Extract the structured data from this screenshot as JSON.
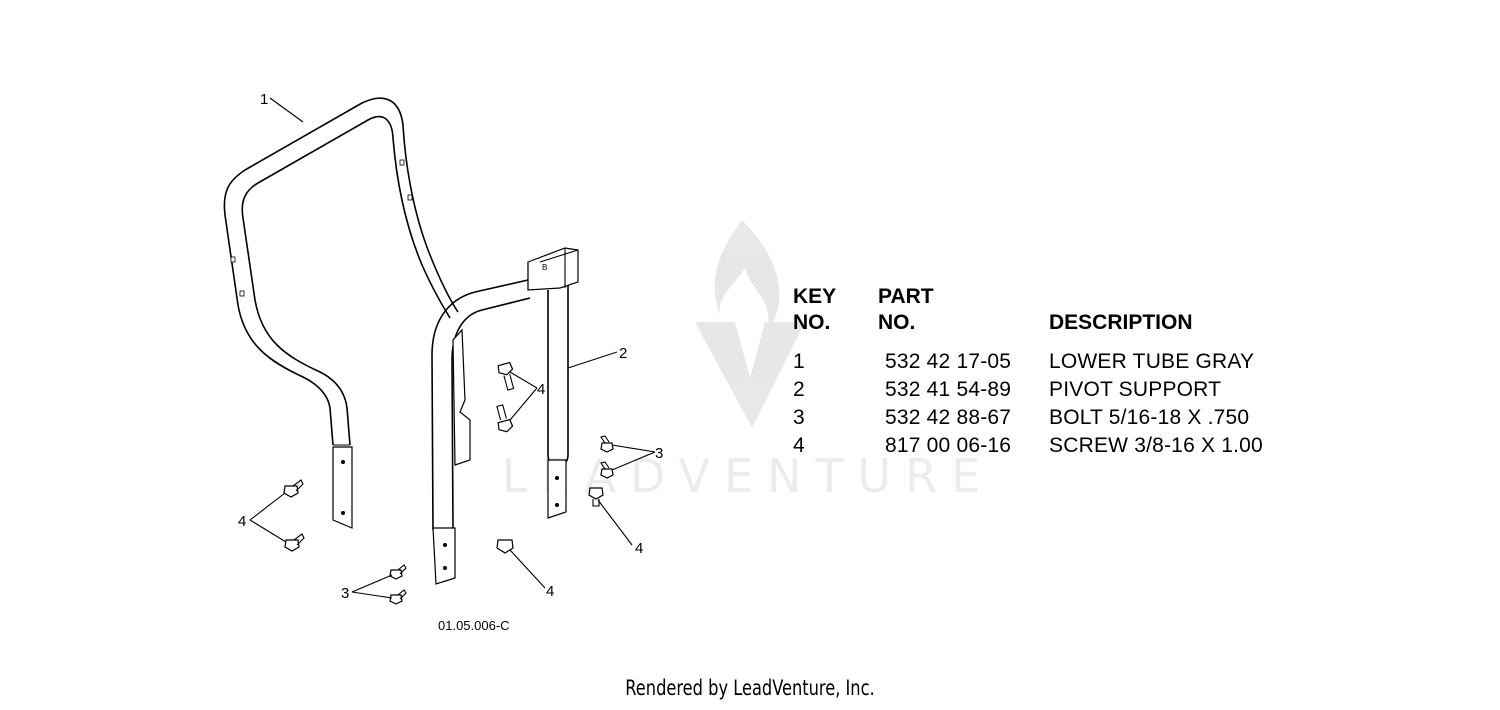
{
  "table": {
    "headers": {
      "key_line1": "KEY",
      "key_line2": "NO.",
      "part_line1": "PART",
      "part_line2": "NO.",
      "description": "DESCRIPTION"
    },
    "rows": [
      {
        "key": "1",
        "part": "532 42 17-05",
        "description": "LOWER TUBE GRAY"
      },
      {
        "key": "2",
        "part": "532 41 54-89",
        "description": "PIVOT SUPPORT"
      },
      {
        "key": "3",
        "part": "532 42 88-67",
        "description": "BOLT 5/16-18 X .750"
      },
      {
        "key": "4",
        "part": "817 00 06-16",
        "description": "SCREW 3/8-16 X 1.00"
      }
    ]
  },
  "callouts": {
    "tube": "1",
    "support": "2",
    "bolt_right": "3",
    "bolt_bottom": "3",
    "screw_center": "4",
    "screw_left": "4",
    "screw_bottom": "4",
    "screw_right": "4"
  },
  "figure_code": "01.05.006-C",
  "watermark_text": "LEADVENTURE",
  "footer": "Rendered by LeadVenture, Inc."
}
